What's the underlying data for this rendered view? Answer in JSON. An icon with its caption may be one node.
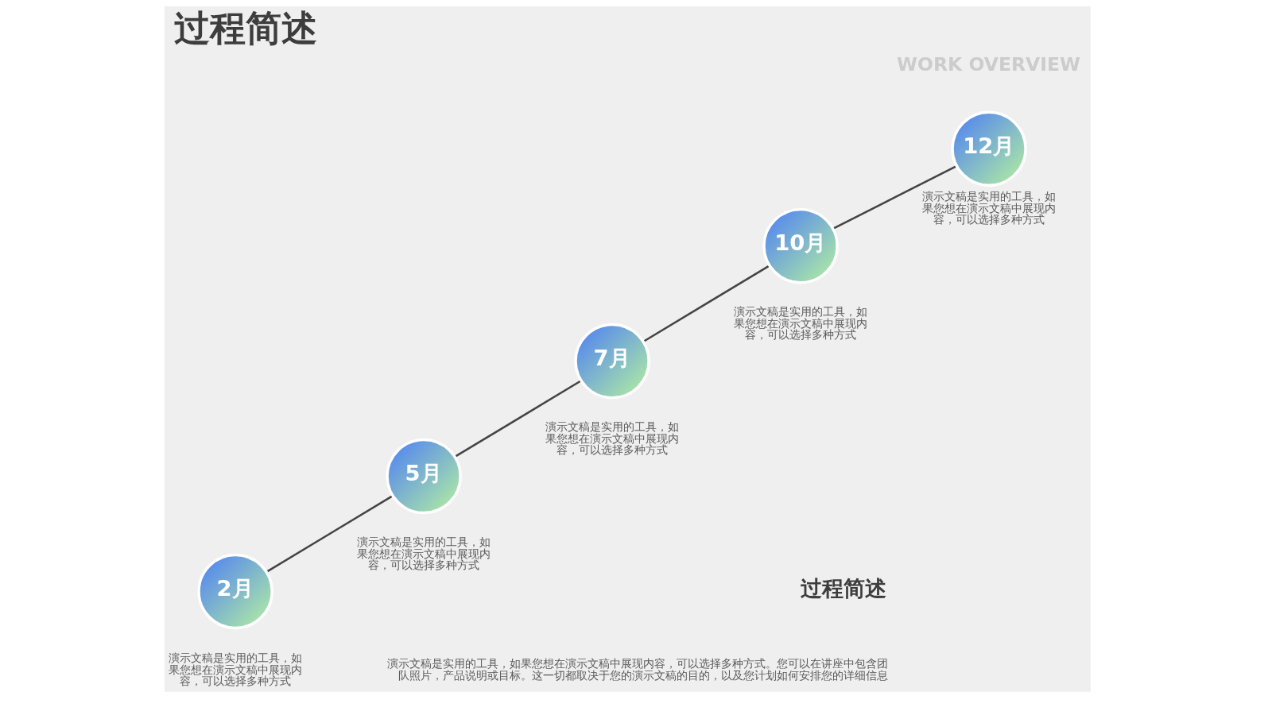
{
  "diagram": {
    "title": "过程简述",
    "nodes": [
      {
        "text": [
          "2月"
        ],
        "beside": [
          "演示文稿是实用的工具，如果您想在演示文稿中展现内容，可以选择多种方式"
        ]
      },
      {
        "text": [
          "5月"
        ],
        "beside": [
          "演示文稿是实用的工具，如果您想在演示文稿中展现内容，可以选择多种方式"
        ]
      },
      {
        "text": [
          "7月"
        ],
        "beside": [
          "演示文稿是实用的工具，如果您想在演示文稿中展现内容，可以选择多种方式"
        ]
      },
      {
        "text": [
          "10月"
        ],
        "beside": [
          "演示文稿是实用的工具，如果您想在演示文稿中展现内容，可以选择多种方式"
        ]
      },
      {
        "text": [
          "12月"
        ],
        "beside": [
          "演示文稿是实用的工具，如果您想在演示文稿中展现内容，可以选择多种方式"
        ]
      }
    ],
    "edges": [
      {
        "from": 0,
        "to": 1,
        "arrow": "none"
      },
      {
        "from": 1,
        "to": 2,
        "arrow": "none"
      },
      {
        "from": 2,
        "to": 3,
        "arrow": "none"
      },
      {
        "from": 3,
        "to": 4,
        "arrow": "none"
      }
    ],
    "labels": [
      "WORK OVERVIEW",
      "过程简述",
      "演示文稿是实用的工具，如果您想在演示文稿中展现内容，可以选择多种方式。您可以在讲座中包含团队照片，产品说明或目标。这一切都取决于您的演示文稿的目的，以及您计划如何安排您的详细信息"
    ]
  }
}
